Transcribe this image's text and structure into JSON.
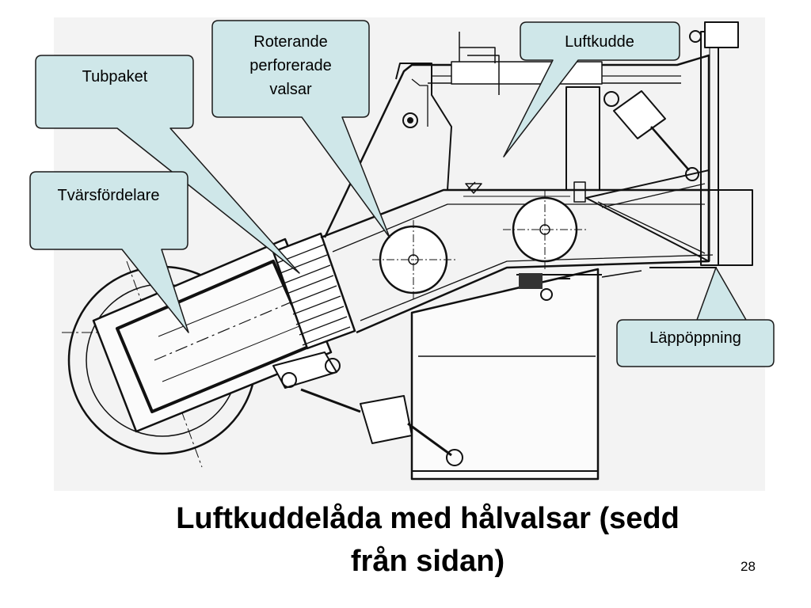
{
  "slide": {
    "title_line1": "Luftkuddelåda med hålvalsar (sedd",
    "title_line2": "från sidan)",
    "slide_number": "28"
  },
  "callouts": {
    "tubpaket": "Tubpaket",
    "roterande_line1": "Roterande",
    "roterande_line2": "perforerade",
    "roterande_line3": "valsar",
    "luftkudde": "Luftkudde",
    "tvarsfordelare": "Tvärsfördelare",
    "lappoppning": "Läppöppning"
  },
  "colors": {
    "callout_fill": "#cfe7e9",
    "callout_stroke": "#1a1a1a",
    "drawing_line": "#111111",
    "drawing_background": "#f3f3f3"
  }
}
